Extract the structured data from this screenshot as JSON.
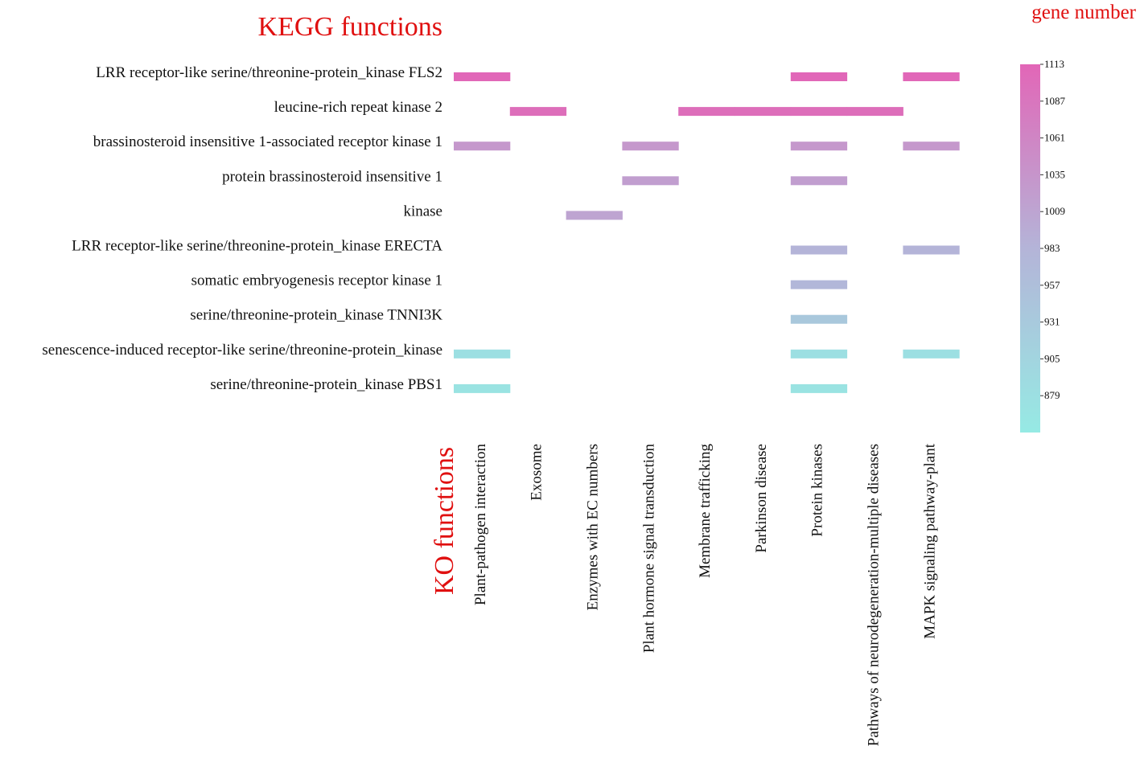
{
  "chart_data": {
    "type": "heatmap",
    "title": "KEGG functions",
    "xlabel": "KO functions",
    "colorbar_label": "gene number",
    "title_color": "#e01010",
    "rows": [
      "LRR receptor-like serine/threonine-protein_kinase FLS2",
      "leucine-rich repeat kinase 2",
      "brassinosteroid insensitive 1-associated receptor kinase 1",
      "protein brassinosteroid insensitive 1",
      "kinase",
      "LRR receptor-like serine/threonine-protein_kinase ERECTA",
      "somatic embryogenesis receptor kinase 1",
      "serine/threonine-protein_kinase TNNI3K",
      "senescence-induced receptor-like serine/threonine-protein_kinase",
      "serine/threonine-protein_kinase PBS1"
    ],
    "columns": [
      "Plant-pathogen interaction",
      "Exosome",
      "Enzymes with EC numbers",
      "Plant hormone signal transduction",
      "Membrane trafficking",
      "Parkinson disease",
      "Protein kinases",
      "Pathways of neurodegeneration-multiple diseases",
      "MAPK signaling pathway-plant"
    ],
    "cells": [
      {
        "row": 0,
        "col": 0,
        "value": 1111
      },
      {
        "row": 0,
        "col": 6,
        "value": 1111
      },
      {
        "row": 0,
        "col": 8,
        "value": 1111
      },
      {
        "row": 1,
        "col": 1,
        "value": 1100
      },
      {
        "row": 1,
        "col": 4,
        "value": 1100
      },
      {
        "row": 1,
        "col": 5,
        "value": 1100
      },
      {
        "row": 1,
        "col": 6,
        "value": 1100
      },
      {
        "row": 1,
        "col": 7,
        "value": 1100
      },
      {
        "row": 2,
        "col": 0,
        "value": 1030
      },
      {
        "row": 2,
        "col": 3,
        "value": 1030
      },
      {
        "row": 2,
        "col": 6,
        "value": 1030
      },
      {
        "row": 2,
        "col": 8,
        "value": 1030
      },
      {
        "row": 3,
        "col": 3,
        "value": 1020
      },
      {
        "row": 3,
        "col": 6,
        "value": 1020
      },
      {
        "row": 4,
        "col": 2,
        "value": 1010
      },
      {
        "row": 5,
        "col": 6,
        "value": 983
      },
      {
        "row": 5,
        "col": 8,
        "value": 983
      },
      {
        "row": 6,
        "col": 6,
        "value": 975
      },
      {
        "row": 7,
        "col": 6,
        "value": 935
      },
      {
        "row": 8,
        "col": 0,
        "value": 880
      },
      {
        "row": 8,
        "col": 6,
        "value": 880
      },
      {
        "row": 8,
        "col": 8,
        "value": 880
      },
      {
        "row": 9,
        "col": 0,
        "value": 870
      },
      {
        "row": 9,
        "col": 6,
        "value": 870
      }
    ],
    "colorbar": {
      "range": [
        853,
        1113
      ],
      "ticks": [
        "1113",
        "1087",
        "1061",
        "1035",
        "1009",
        "983",
        "957",
        "931",
        "905",
        "879"
      ],
      "tick_values": [
        1113,
        1087,
        1061,
        1035,
        1009,
        983,
        957,
        931,
        905,
        879
      ],
      "color_low": "#96eae4",
      "color_mid": "#b4b4d8",
      "color_high": "#e266b7"
    }
  }
}
